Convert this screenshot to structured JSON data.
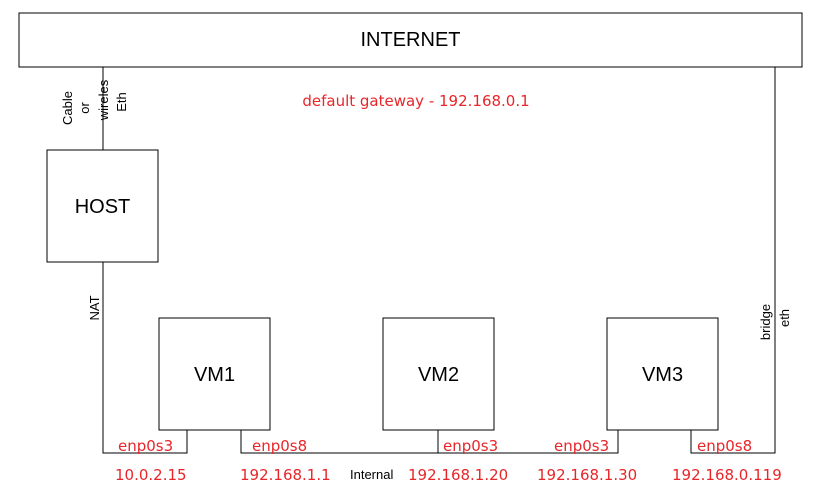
{
  "colors": {
    "annotation": "#e8262a",
    "line": "#000000",
    "box_fill": "#ffffff"
  },
  "nodes": {
    "internet": "INTERNET",
    "host": "HOST",
    "vm1": "VM1",
    "vm2": "VM2",
    "vm3": "VM3"
  },
  "links": {
    "host_uplink": [
      "Cable",
      "or",
      "wireles",
      "Eth"
    ],
    "nat": "NAT",
    "bridge": [
      "bridge",
      "eth"
    ],
    "internal": "Internal"
  },
  "annotations": {
    "default_gateway": "default gateway - 192.168.0.1"
  },
  "interfaces": {
    "vm1_nat": {
      "name": "enp0s3",
      "ip": "10.0.2.15"
    },
    "vm1_internal": {
      "name": "enp0s8",
      "ip": "192.168.1.1"
    },
    "vm2_internal": {
      "name": "enp0s3",
      "ip": "192.168.1.20"
    },
    "vm3_internal": {
      "name": "enp0s3",
      "ip": "192.168.1.30"
    },
    "vm3_bridge": {
      "name": "enp0s8",
      "ip": "192.168.0.119"
    }
  }
}
